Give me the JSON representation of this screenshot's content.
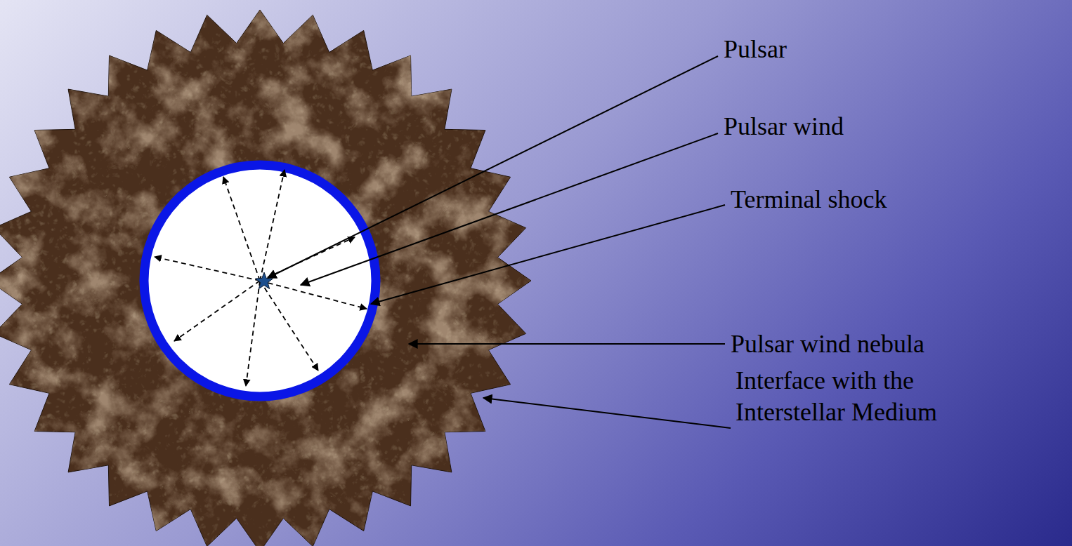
{
  "diagram": {
    "labels": [
      "Pulsar",
      "Pulsar wind",
      "Terminal shock",
      "Pulsar wind nebula",
      "Interface with the Interstellar Medium"
    ]
  }
}
